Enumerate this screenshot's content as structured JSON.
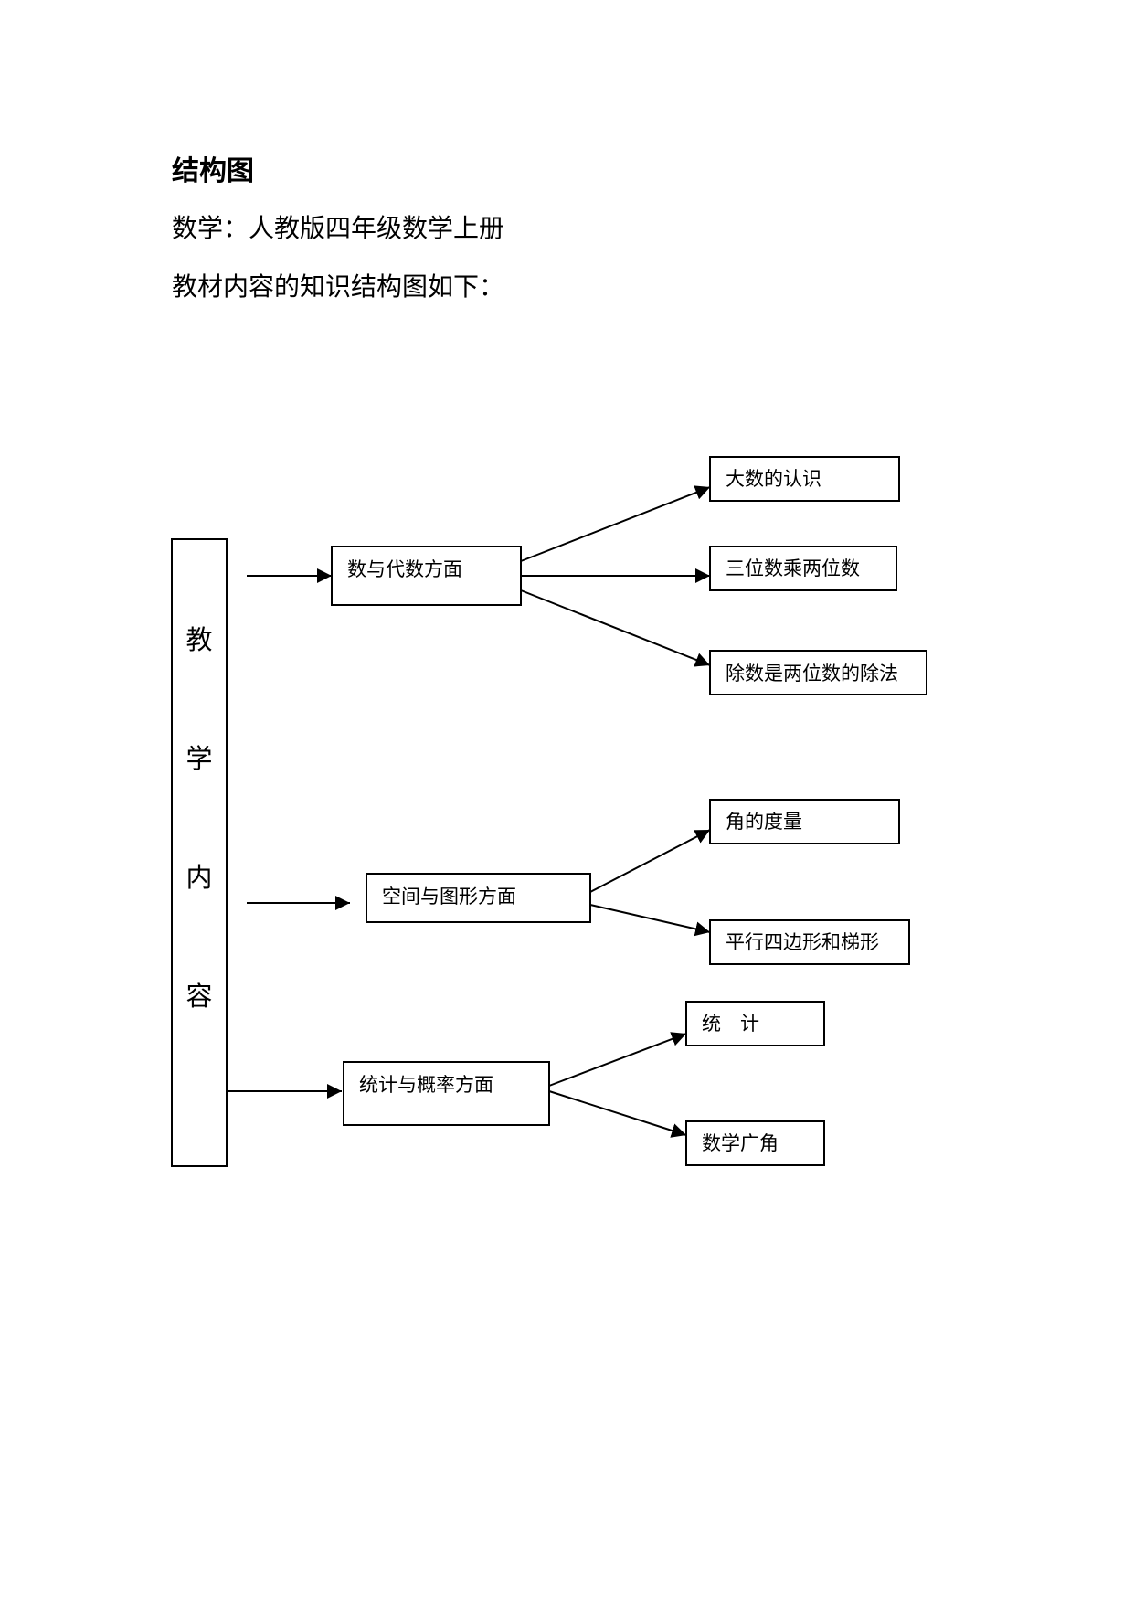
{
  "heading": "结构图",
  "subject_line": "数学：人教版四年级数学上册",
  "intro_line": "教材内容的知识结构图如下：",
  "diagram": {
    "root": {
      "chars": [
        "教",
        "学",
        "内",
        "容"
      ]
    },
    "branches": [
      {
        "label": "数与代数方面",
        "children": [
          "大数的认识",
          "三位数乘两位数",
          "除数是两位数的除法"
        ]
      },
      {
        "label": "空间与图形方面",
        "children": [
          "角的度量",
          "平行四边形和梯形"
        ]
      },
      {
        "label": "统计与概率方面",
        "children": [
          "统　计",
          "数学广角"
        ]
      }
    ]
  }
}
